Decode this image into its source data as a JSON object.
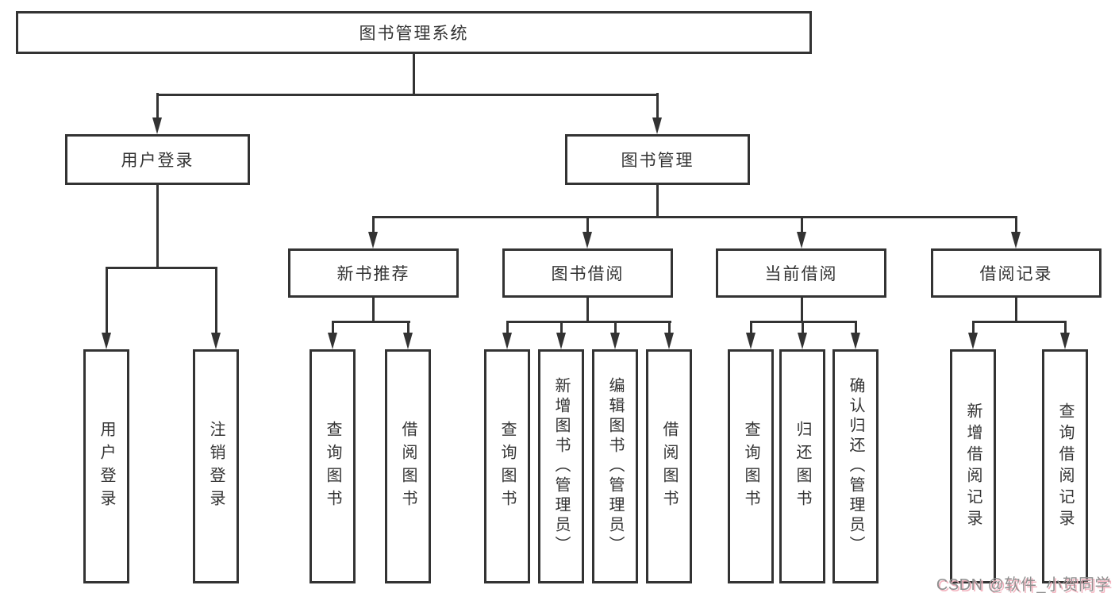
{
  "nodes": {
    "root": "图书管理系统",
    "user_login": "用户登录",
    "book_management": "图书管理",
    "new_book_recommend": "新书推荐",
    "book_borrowing": "图书借阅",
    "current_borrowing": "当前借阅",
    "borrowing_records": "借阅记录",
    "leaf_user_login": "用户登录",
    "leaf_logout": "注销登录",
    "leaf_nb_query_book": "查询图书",
    "leaf_nb_borrow_book": "借阅图书",
    "leaf_bb_query_book": "查询图书",
    "leaf_bb_add_book_admin": "新增图书（管理员）",
    "leaf_bb_edit_book_admin": "编辑图书（管理员）",
    "leaf_bb_borrow_book": "借阅图书",
    "leaf_cb_query_book": "查询图书",
    "leaf_cb_return_book": "归还图书",
    "leaf_cb_confirm_return_admin": "确认归还（管理员）",
    "leaf_br_add_record": "新增借阅记录",
    "leaf_br_query_record": "查询借阅记录"
  },
  "watermark": "CSDN @软件_小贺同学",
  "colors": {
    "line": "#333333",
    "background": "#ffffff",
    "watermark_text": "#8f8f8f",
    "watermark_shadow": "#f3b3bf"
  }
}
